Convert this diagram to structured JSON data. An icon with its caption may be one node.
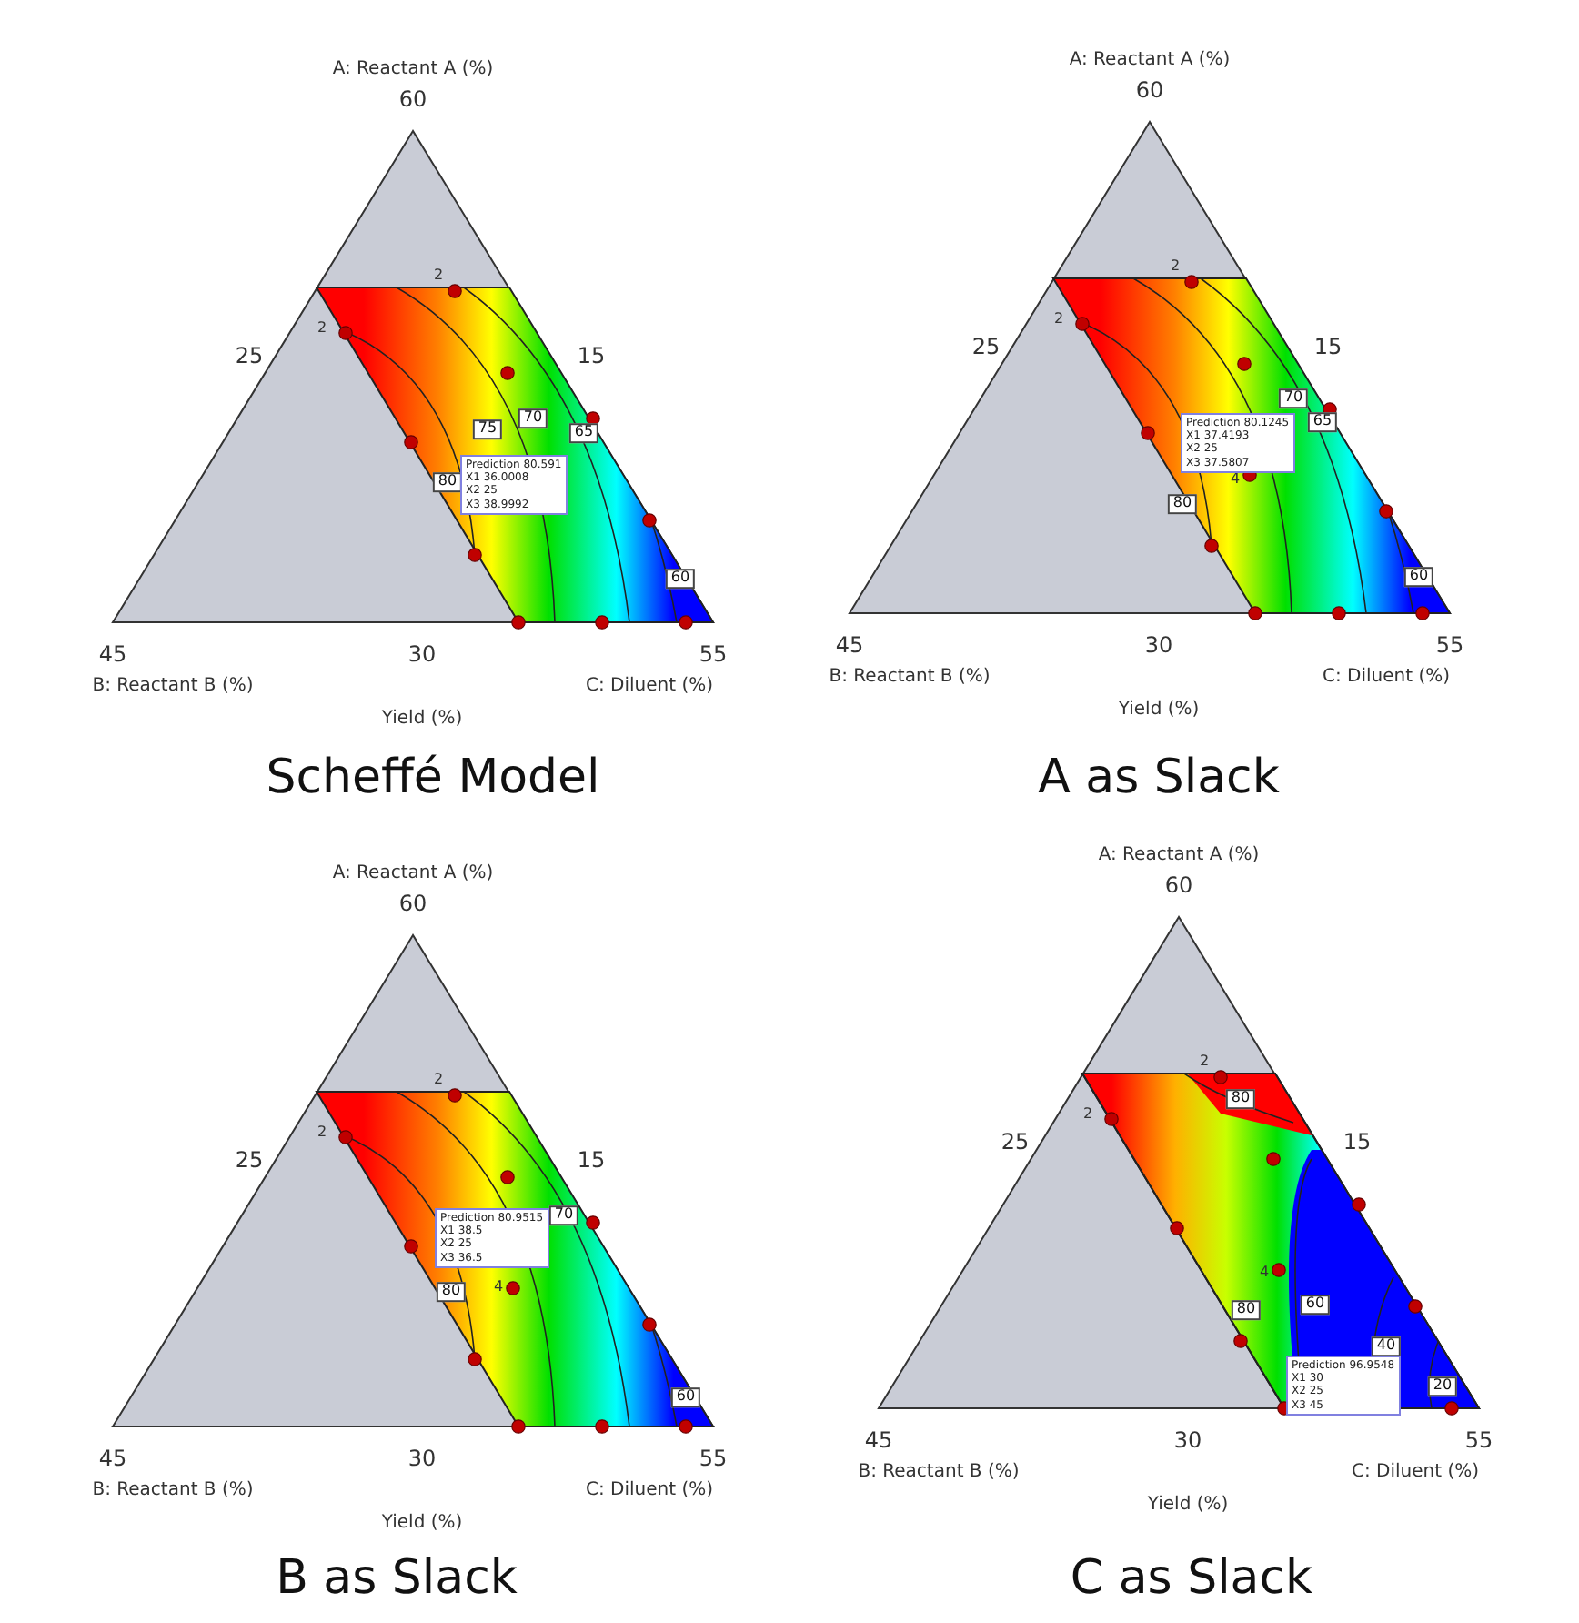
{
  "diagram": {
    "labels": [
      "A: Reactant A (%)",
      "60",
      "25",
      "15",
      "45",
      "30",
      "55",
      "B: Reactant B (%)",
      "C: Diluent (%)",
      "Yield (%)",
      "2",
      "2",
      "75",
      "70",
      "65",
      "80",
      "60",
      "Prediction 80.591",
      "X1 36.0008",
      "X2 25",
      "X3 38.9992",
      "Scheffé Model",
      "A: Reactant A (%)",
      "60",
      "25",
      "15",
      "45",
      "30",
      "55",
      "B: Reactant B (%)",
      "C: Diluent (%)",
      "Yield (%)",
      "2",
      "2",
      "4",
      "70",
      "65",
      "80",
      "60",
      "Prediction 80.1245",
      "X1 37.4193",
      "X2 25",
      "X3 37.5807",
      "A as Slack",
      "A: Reactant A (%)",
      "60",
      "25",
      "15",
      "45",
      "30",
      "55",
      "B: Reactant B (%)",
      "C: Diluent (%)",
      "Yield (%)",
      "2",
      "2",
      "4",
      "70",
      "80",
      "60",
      "Prediction 80.9515",
      "X1 38.5",
      "X2 25",
      "X3 36.5",
      "B as Slack",
      "A: Reactant A (%)",
      "60",
      "25",
      "15",
      "45",
      "30",
      "55",
      "B: Reactant B (%)",
      "C: Diluent (%)",
      "Yield (%)",
      "2",
      "2",
      "80",
      "4",
      "80",
      "60",
      "40",
      "20",
      "Prediction 96.9548",
      "X1 30",
      "X2 25",
      "X3 45",
      "C as Slack"
    ]
  }
}
